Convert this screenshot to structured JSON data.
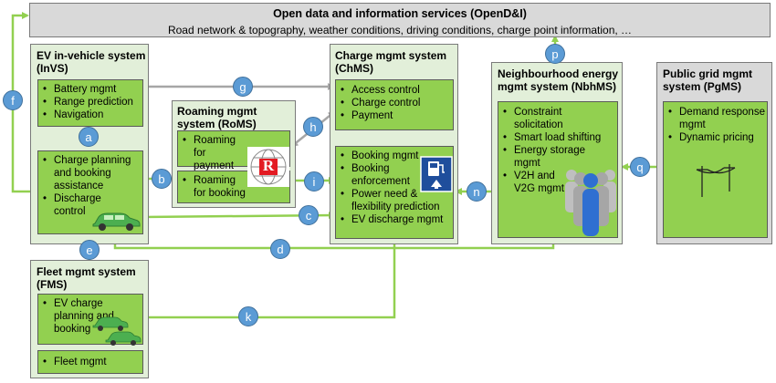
{
  "opend": {
    "title": "Open data and information services (OpenD&I)",
    "subtitle": "Road network & topography, weather conditions, driving conditions, charge point information, …"
  },
  "invs": {
    "title1": "EV in-vehicle system",
    "title2": "(InVS)",
    "top_items": [
      "Battery mgmt",
      "Range prediction",
      "Navigation"
    ],
    "bottom_items": [
      "Charge planning and booking assistance",
      "Discharge control"
    ]
  },
  "roms": {
    "title": "Roaming mgmt system (RoMS)",
    "payment_label": "Roaming for payment",
    "booking_label": "Roaming for booking",
    "logo_letter": "R"
  },
  "chms": {
    "title1": "Charge mgmt system",
    "title2": "(ChMS)",
    "top_items": [
      "Access control",
      "Charge control",
      "Payment"
    ],
    "bottom_items": [
      "Booking mgmt",
      "Booking enforcement",
      "Power need & flexibility prediction",
      "EV discharge mgmt"
    ]
  },
  "nbhms": {
    "title1": "Neighbourhood energy",
    "title2": "mgmt system (NbhMS)",
    "items": [
      "Constraint solicitation",
      "Smart load shifting",
      "Energy storage mgmt",
      "V2H and V2G mgmt"
    ]
  },
  "pgms": {
    "title1": "Public grid mgmt",
    "title2": "system (PgMS)",
    "items": [
      "Demand response mgmt",
      "Dynamic pricing"
    ]
  },
  "fms": {
    "title1": "Fleet mgmt system",
    "title2": "(FMS)",
    "planning_items": [
      "EV charge planning and booking"
    ],
    "fleet_items": [
      "Fleet mgmt"
    ]
  },
  "badges": {
    "a": "a",
    "b": "b",
    "c": "c",
    "d": "d",
    "e": "e",
    "f": "f",
    "g": "g",
    "h": "h",
    "i": "i",
    "k": "k",
    "n": "n",
    "p": "p",
    "q": "q"
  },
  "colors": {
    "outer_fill": "#e2efd9",
    "inner_fill": "#92d050",
    "grey_fill": "#d9d9d9",
    "arrow": "#92d050",
    "arrow_grey": "#a6a6a6",
    "badge": "#5b9bd5"
  }
}
